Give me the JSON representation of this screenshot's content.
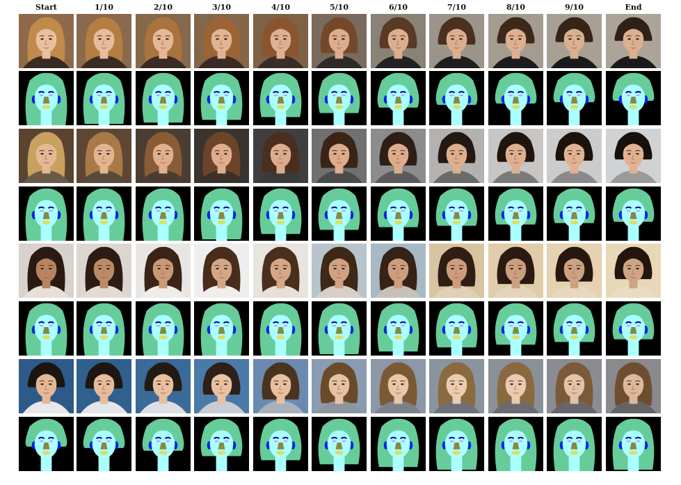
{
  "columns": [
    "Start",
    "1/10",
    "2/10",
    "3/10",
    "4/10",
    "5/10",
    "6/10",
    "7/10",
    "8/10",
    "9/10",
    "End"
  ],
  "rows": [
    {
      "type": "photo",
      "bg": [
        "#8e6a4a",
        "#8a6a4e",
        "#86684c",
        "#84664a",
        "#7e6246",
        "#7a6a5e",
        "#8a8276",
        "#9c948a",
        "#a49c90",
        "#a8a094",
        "#aca498"
      ],
      "hair": [
        "#c08a4a",
        "#b47e42",
        "#a8733c",
        "#9c6436",
        "#8a552e",
        "#74482a",
        "#5a3a24",
        "#4a3020",
        "#3e281c",
        "#362418",
        "#302018"
      ],
      "skin": [
        "#e8c0a0",
        "#e6bc9c",
        "#e4b898",
        "#e2b494",
        "#deb090",
        "#dcae8e",
        "#dcae8e",
        "#dcae8e",
        "#dcb090",
        "#dab090",
        "#dab090"
      ],
      "hair_len": [
        1,
        0.95,
        0.9,
        0.8,
        0.7,
        0.55,
        0.35,
        0.2,
        0.15,
        0.1,
        0.05
      ],
      "cloth": [
        "#3a2a24",
        "#3a2a24",
        "#3a2a24",
        "#3a2a24",
        "#3a2c26",
        "#2e2a28",
        "#222222",
        "#1e1e1e",
        "#1c1c1c",
        "#1a1a1a",
        "#1a1a1a"
      ]
    },
    {
      "type": "mask",
      "hair_len": [
        1,
        0.95,
        0.9,
        0.8,
        0.7,
        0.55,
        0.35,
        0.25,
        0.2,
        0.15,
        0.1
      ]
    },
    {
      "type": "photo",
      "bg": [
        "#5a4430",
        "#5e4632",
        "#4a3e34",
        "#3a3430",
        "#403e3e",
        "#707070",
        "#8c8c8c",
        "#b4b2b0",
        "#c8c6c4",
        "#cccccc",
        "#d0d2d4"
      ],
      "hair": [
        "#c8a060",
        "#a87a48",
        "#8a5c36",
        "#6e4428",
        "#4a2e20",
        "#3a2418",
        "#2e1e16",
        "#241812",
        "#20140e",
        "#1c120c",
        "#18100a"
      ],
      "skin": [
        "#e4b894",
        "#e2b490",
        "#e0b08e",
        "#deae8c",
        "#dcac8c",
        "#dcac8c",
        "#dcac8c",
        "#deae8e",
        "#deb090",
        "#e0b292",
        "#e0b292"
      ],
      "hair_len": [
        1,
        1,
        1,
        0.95,
        0.75,
        0.55,
        0.45,
        0.35,
        0.3,
        0.25,
        0.2
      ],
      "cloth": [
        "#6a5a4a",
        "#5a4a3c",
        "#4a3c32",
        "#3a302a",
        "#3a3a3a",
        "#4a4a4a",
        "#5a5a5a",
        "#6a6a6a",
        "#7a7a7a",
        "#8a8a8a",
        "#9a9a9a"
      ]
    },
    {
      "type": "mask",
      "hair_len": [
        1,
        1,
        1,
        0.95,
        0.75,
        0.6,
        0.5,
        0.45,
        0.4,
        0.35,
        0.3
      ]
    },
    {
      "type": "photo",
      "bg": [
        "#d8d2cc",
        "#dcd6d0",
        "#e8e6e4",
        "#eeeeee",
        "#e8e4de",
        "#b8c4cc",
        "#a8b8c4",
        "#d8c4a0",
        "#e0cca8",
        "#e4d2b0",
        "#e8d8b8"
      ],
      "hair": [
        "#2a1a12",
        "#2c1c14",
        "#3a2418",
        "#4a2c1c",
        "#4a2e1e",
        "#3e2818",
        "#362216",
        "#2e1e14",
        "#2a1a12",
        "#261810",
        "#22160e"
      ],
      "skin": [
        "#b88460",
        "#bc8a66",
        "#c89a76",
        "#d4a886",
        "#d4a886",
        "#d0a282",
        "#cc9e7e",
        "#cc9c7c",
        "#caa07e",
        "#cca282",
        "#cea484"
      ],
      "hair_len": [
        1,
        1,
        1,
        1,
        1,
        0.95,
        0.85,
        0.7,
        0.6,
        0.5,
        0.4
      ],
      "cloth": [
        "#e8e0d8",
        "#e4dcd4",
        "#f0ece8",
        "#f0eeec",
        "#e8e0d8",
        "#d8d0c8",
        "#c8c0b8",
        "#e0d0b8",
        "#e4d4bc",
        "#e8d8c0",
        "#eadcc4"
      ]
    },
    {
      "type": "mask",
      "hair_len": [
        1,
        1,
        1,
        1,
        1,
        0.95,
        0.85,
        0.7,
        0.6,
        0.5,
        0.4
      ]
    },
    {
      "type": "photo",
      "bg": [
        "#2e5a8a",
        "#30608e",
        "#3a6a98",
        "#4a7aa8",
        "#6a8ab0",
        "#8a9cb4",
        "#8c98a8",
        "#8a949e",
        "#8a9098",
        "#8a8c92",
        "#8a8a8e"
      ],
      "hair": [
        "#1c1410",
        "#1e1612",
        "#241a14",
        "#2e2018",
        "#4a3420",
        "#6a4a2a",
        "#7a5a34",
        "#8a6a3e",
        "#8a6840",
        "#7a5a38",
        "#6e4e30"
      ],
      "skin": [
        "#e4b896",
        "#e6bc9a",
        "#e8c0a0",
        "#e8c2a2",
        "#e6c0a0",
        "#e6c2a4",
        "#e8c6a8",
        "#ecccb0",
        "#eacab0",
        "#e4c2a8",
        "#dcb89c"
      ],
      "hair_len": [
        0.1,
        0.15,
        0.25,
        0.4,
        0.6,
        0.75,
        0.85,
        0.9,
        0.9,
        0.9,
        0.85
      ],
      "cloth": [
        "#e8e8ec",
        "#e4e6ea",
        "#dcdee4",
        "#c8ccd4",
        "#a8b0bc",
        "#8c94a0",
        "#7c808a",
        "#6e7078",
        "#6a6a70",
        "#66666a",
        "#646466"
      ]
    },
    {
      "type": "mask",
      "hair_len": [
        0.1,
        0.15,
        0.25,
        0.45,
        0.6,
        0.75,
        0.85,
        0.95,
        1,
        1,
        0.95
      ]
    }
  ],
  "mask_colors": {
    "background": "#000000",
    "hair": "#66cc99",
    "face": "#aaffff",
    "brows": "#000099",
    "eyes": "#cc99ff",
    "nose": "#888844",
    "lips": "#dddd66",
    "ears": "#0022ee"
  }
}
